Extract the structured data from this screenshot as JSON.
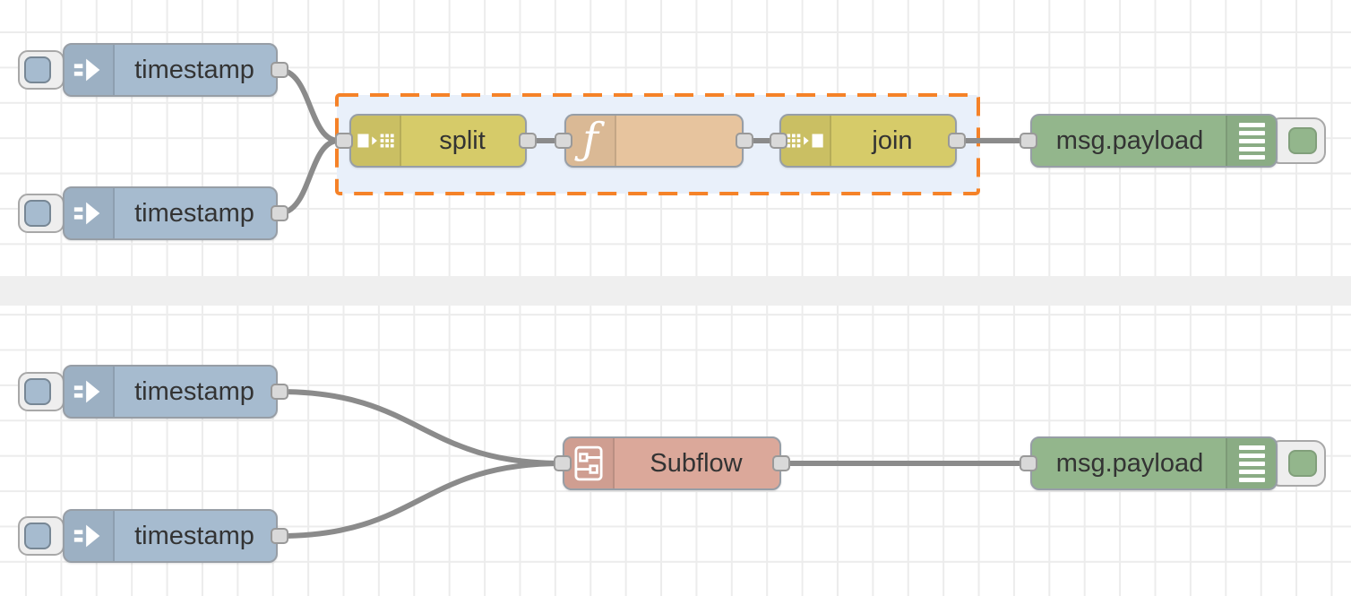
{
  "app": {
    "name": "node-red-flow-canvas"
  },
  "colors": {
    "inject": "#a6bbcf",
    "splitjoin": "#d6cb69",
    "function": "#e7c49e",
    "debug": "#93b68c",
    "subflow": "#dba89a",
    "group_fill": "#e9f0fa",
    "group_border": "#f58228",
    "wire": "#8b8b8b",
    "node_border": "#979ea6",
    "grid_line": "#ececec",
    "divider": "#efefef",
    "label": "#333333",
    "port_fill": "#d9d9d9",
    "port_border": "#999999"
  },
  "nodes": {
    "inject_top_1": {
      "label": "timestamp",
      "type": "inject"
    },
    "inject_top_2": {
      "label": "timestamp",
      "type": "inject"
    },
    "split": {
      "label": "split",
      "type": "split"
    },
    "function": {
      "label": "",
      "type": "function"
    },
    "join": {
      "label": "join",
      "type": "join"
    },
    "debug_top": {
      "label": "msg.payload",
      "type": "debug"
    },
    "inject_bottom_1": {
      "label": "timestamp",
      "type": "inject"
    },
    "inject_bottom_2": {
      "label": "timestamp",
      "type": "inject"
    },
    "subflow": {
      "label": "Subflow",
      "type": "subflow"
    },
    "debug_bottom": {
      "label": "msg.payload",
      "type": "debug"
    }
  },
  "icons": {
    "inject": "arrow-right-icon",
    "split": "split-icon",
    "join": "join-icon",
    "function_glyph": "ƒ",
    "debug": "list-icon",
    "subflow": "subflow-icon"
  },
  "group": {
    "state": "selected",
    "border_style": "dashed"
  }
}
